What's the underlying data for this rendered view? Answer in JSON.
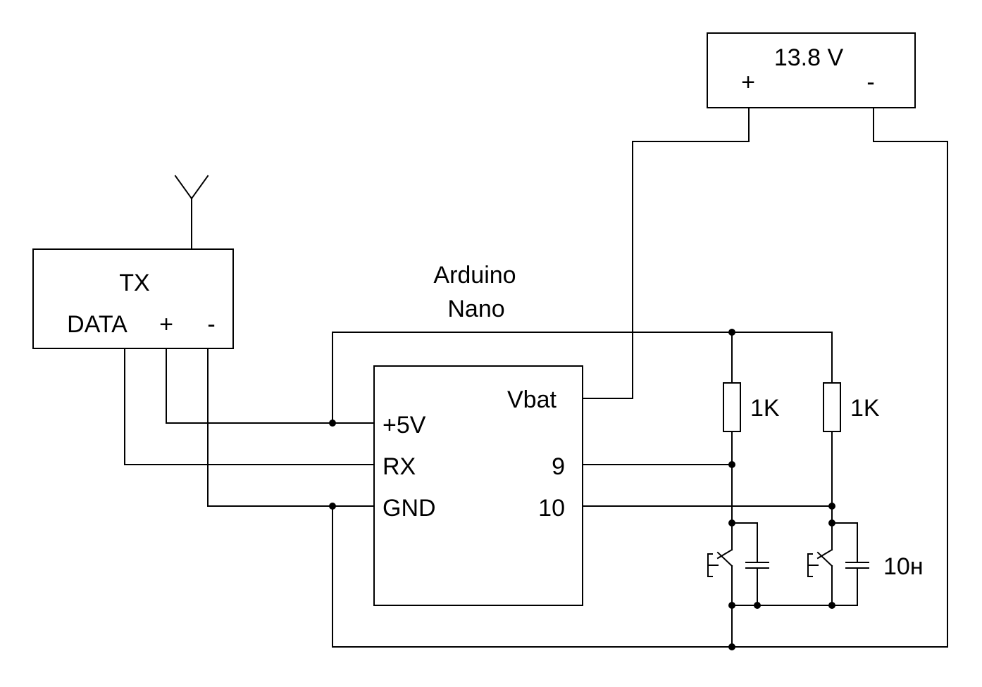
{
  "power_supply": {
    "voltage": "13.8 V",
    "plus": "+",
    "minus": "-"
  },
  "tx": {
    "title": "TX",
    "data": "DATA",
    "plus": "+",
    "minus": "-"
  },
  "arduino": {
    "title_line1": "Arduino",
    "title_line2": "Nano",
    "pin_vbat": "Vbat",
    "pin_5v": "+5V",
    "pin_rx": "RX",
    "pin_gnd": "GND",
    "pin_9": "9",
    "pin_10": "10"
  },
  "resistor_1": {
    "value": "1K"
  },
  "resistor_2": {
    "value": "1K"
  },
  "capacitor": {
    "value": "10н"
  }
}
